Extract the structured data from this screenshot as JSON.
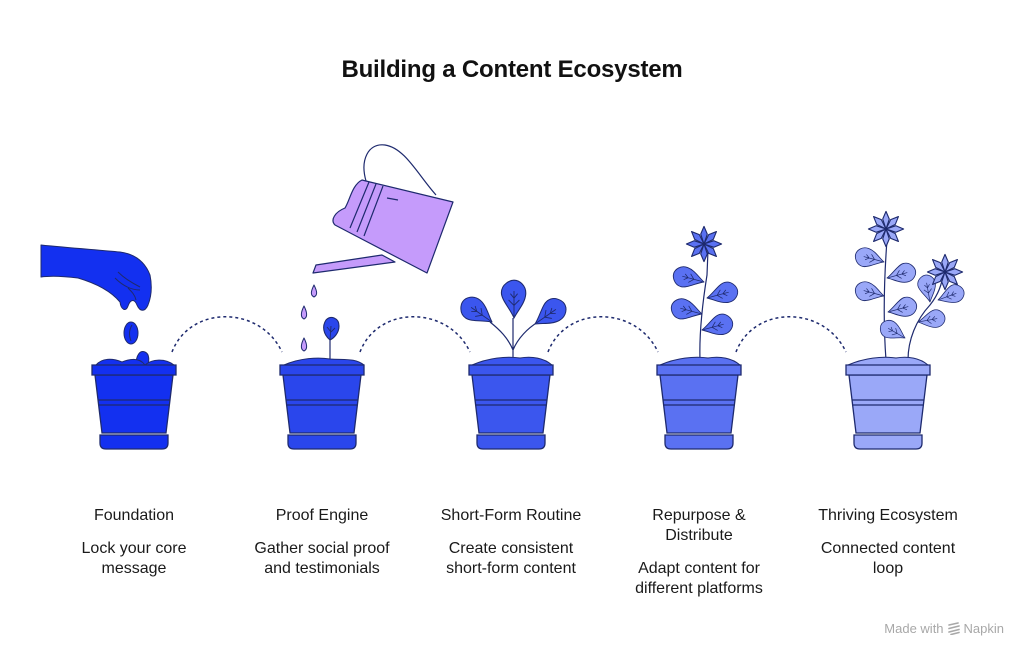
{
  "title": "Building a Content Ecosystem",
  "colors": {
    "outline": "#1e2a6e",
    "watering_can": "#c59bfb",
    "pot_1": "#1330f0",
    "pot_2": "#2a46ec",
    "pot_3": "#3b56ee",
    "pot_4": "#5a71f2",
    "pot_5": "#9aa8f8"
  },
  "steps": [
    {
      "label": "Foundation",
      "description": "Lock your core message",
      "icon": "hand-dropping-seeds-icon"
    },
    {
      "label": "Proof Engine",
      "description": "Gather social proof and testimonials",
      "icon": "watering-can-sprout-icon"
    },
    {
      "label": "Short-Form Routine",
      "description": "Create consistent short-form content",
      "icon": "three-leaf-plant-icon"
    },
    {
      "label": "Repurpose & Distribute",
      "description": "Adapt content for different platforms",
      "icon": "flowering-plant-icon"
    },
    {
      "label": "Thriving Ecosystem",
      "description": "Connected content loop",
      "icon": "two-flower-plant-icon"
    }
  ],
  "footer": {
    "made_with": "Made with",
    "brand": "Napkin"
  }
}
